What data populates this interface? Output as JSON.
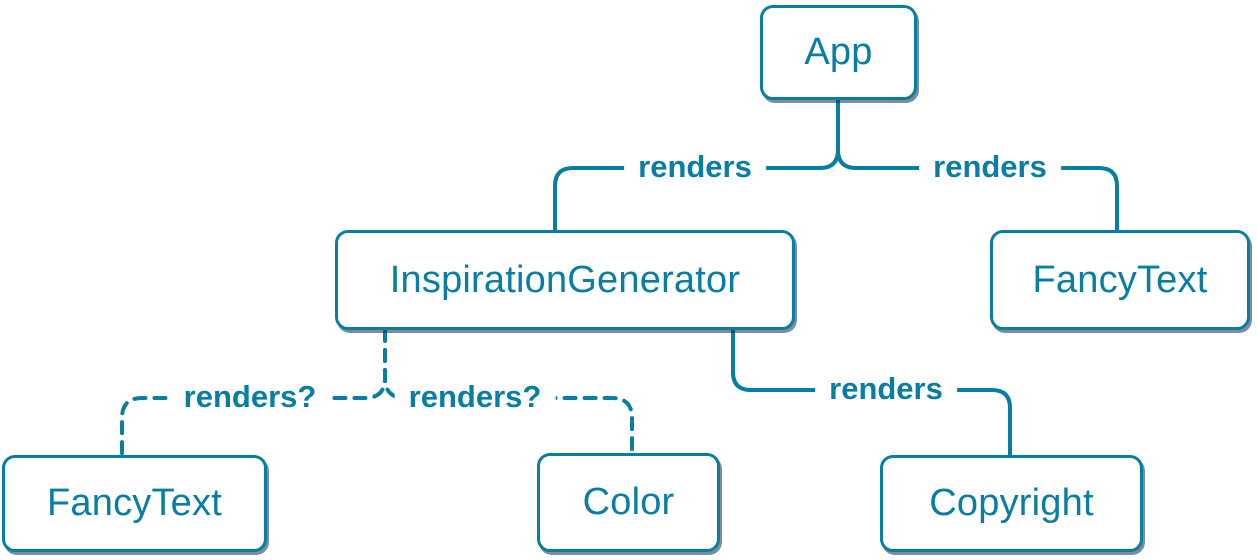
{
  "diagram": {
    "type": "component-render-tree",
    "colors": {
      "accent": "#087ea4",
      "node_fill": "#ffffff",
      "node_text": "#087ea4",
      "shadow": "#123246"
    },
    "nodes": [
      {
        "id": "app",
        "label": "App"
      },
      {
        "id": "inspiration-generator",
        "label": "InspirationGenerator"
      },
      {
        "id": "fancy-text-top",
        "label": "FancyText"
      },
      {
        "id": "fancy-text-bottom",
        "label": "FancyText"
      },
      {
        "id": "color",
        "label": "Color"
      },
      {
        "id": "copyright",
        "label": "Copyright"
      }
    ],
    "edges": [
      {
        "from": "App",
        "to": "InspirationGenerator",
        "label": "renders",
        "style": "solid"
      },
      {
        "from": "App",
        "to": "FancyText",
        "label": "renders",
        "style": "solid"
      },
      {
        "from": "InspirationGenerator",
        "to": "Copyright",
        "label": "renders",
        "style": "solid"
      },
      {
        "from": "InspirationGenerator",
        "to": "FancyText",
        "label": "renders?",
        "style": "dashed"
      },
      {
        "from": "InspirationGenerator",
        "to": "Color",
        "label": "renders?",
        "style": "dashed"
      }
    ]
  }
}
